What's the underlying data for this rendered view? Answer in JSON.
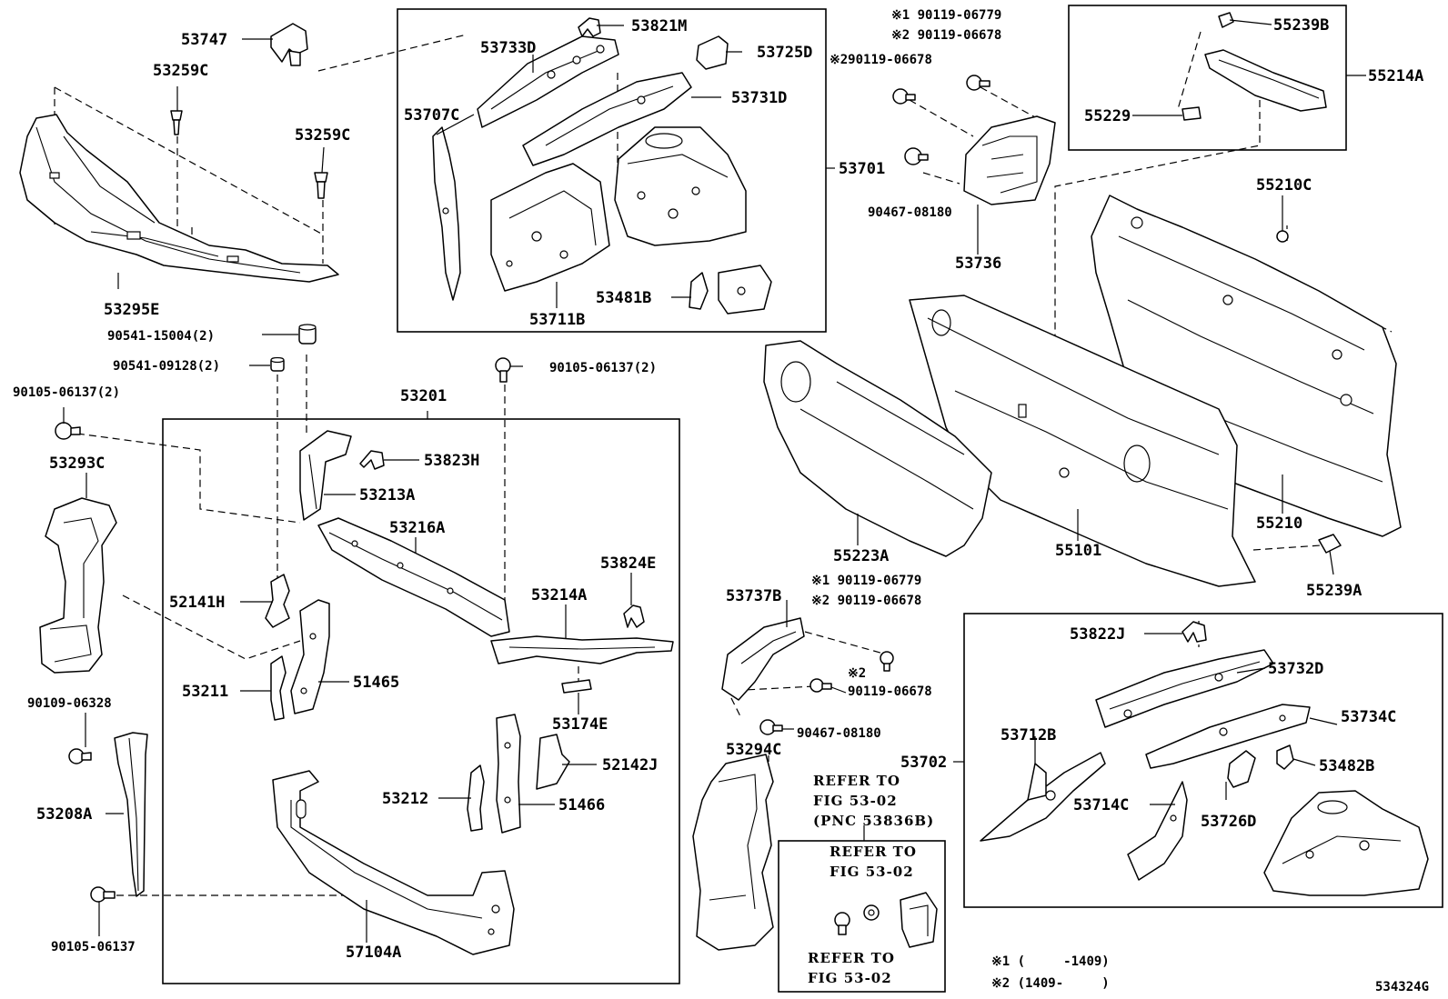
{
  "figure_code": "534324G",
  "labels": {
    "p53747": "53747",
    "p53259c_a": "53259C",
    "p53259c_b": "53259C",
    "p53295e": "53295E",
    "p90541_15004": "90541-15004(2)",
    "p90541_09128": "90541-09128(2)",
    "p90105_06137_2a": "90105-06137(2)",
    "p90105_06137_2b": "90105-06137(2)",
    "p53201": "53201",
    "p53293c": "53293C",
    "p53823h": "53823H",
    "p53213a": "53213A",
    "p53216a": "53216A",
    "p53824e": "53824E",
    "p53214a": "53214A",
    "p52141h": "52141H",
    "p53211": "53211",
    "p51465": "51465",
    "p53174e": "53174E",
    "p52142j": "52142J",
    "p53212": "53212",
    "p51466": "51466",
    "p90109_06328": "90109-06328",
    "p53208a": "53208A",
    "p90105_06137": "90105-06137",
    "p57104a": "57104A",
    "p53821m": "53821M",
    "p53733d": "53733D",
    "p53725d": "53725D",
    "p53707c": "53707C",
    "p53731d": "53731D",
    "p53701": "53701",
    "p53481b": "53481B",
    "p53711b": "53711B",
    "p90119_06779_1": "※1 90119-06779",
    "p90119_06678_2": "※2 90119-06678",
    "p290119_06678": "※290119-06678",
    "p90467_08180_a": "90467-08180",
    "p53736": "53736",
    "p53239b": "55239B",
    "p55214a": "55214A",
    "p55229": "55229",
    "p55210c": "55210C",
    "p55210": "55210",
    "p55101": "55101",
    "p55223a": "55223A",
    "p55239a": "55239A",
    "p53737b": "53737B",
    "p90119_06779_1b": "※1 90119-06779",
    "p90119_06678_2b": "※2 90119-06678",
    "p2note": "※2",
    "p90119_06678_c": "90119-06678",
    "p90467_08180_b": "90467-08180",
    "p53294c": "53294C",
    "p53702": "53702",
    "p53822j": "53822J",
    "p53732d": "53732D",
    "p53712b": "53712B",
    "p53734c": "53734C",
    "p53482b": "53482B",
    "p53714c": "53714C",
    "p53726d": "53726D"
  },
  "refer_notes": {
    "refer_a_line1": "REFER TO",
    "refer_a_line2": "FIG 53-02",
    "refer_a_line3": "(PNC 53836B)",
    "refer_b_line1": "REFER TO",
    "refer_b_line2": "FIG 53-02",
    "refer_c_line1": "REFER TO",
    "refer_c_line2": "FIG 53-02"
  },
  "footnotes": {
    "note1": "※1 (     -1409)",
    "note2": "※2 (1409-     )"
  }
}
